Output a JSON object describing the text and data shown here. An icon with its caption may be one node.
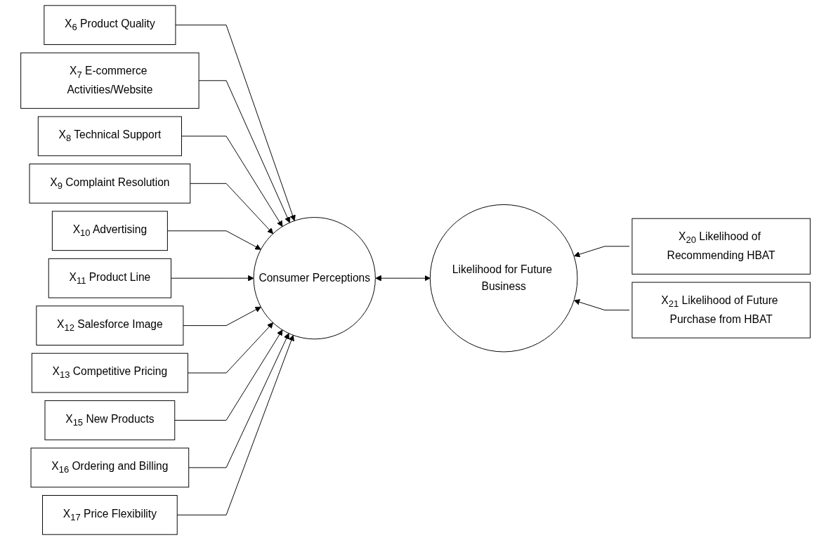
{
  "diagram": {
    "nodes": [
      {
        "text": [
          "X$_{6}$ Product Quality"
        ]
      },
      {
        "text": [
          "X$_{7}$ E-commerce Activities/Website"
        ]
      },
      {
        "text": [
          "X$_{8}$ Technical Support"
        ]
      },
      {
        "text": [
          "X$_{9}$ Complaint Resolution"
        ]
      },
      {
        "text": [
          "X$_{10}$ Advertising"
        ]
      },
      {
        "text": [
          "X$_{11}$ Product Line"
        ]
      },
      {
        "text": [
          "X$_{12}$ Salesforce Image"
        ]
      },
      {
        "text": [
          "X$_{13}$ Competitive Pricing"
        ]
      },
      {
        "text": [
          "X$_{15}$ New Products"
        ]
      },
      {
        "text": [
          "X$_{16}$ Ordering and Billing"
        ]
      },
      {
        "text": [
          "X$_{17}$ Price Flexibility"
        ]
      },
      {
        "text": [
          "Consumer Perceptions"
        ]
      },
      {
        "text": [
          "Likelihood for Future Business"
        ]
      },
      {
        "text": [
          "X$_{20}$ Likelihood of Recommending HBAT"
        ]
      },
      {
        "text": [
          "X$_{21}$ Likelihood of Future Purchase from HBAT"
        ]
      }
    ],
    "edges": [
      {
        "from": 0,
        "to": 11,
        "arrow": "to"
      },
      {
        "from": 1,
        "to": 11,
        "arrow": "to"
      },
      {
        "from": 2,
        "to": 11,
        "arrow": "to"
      },
      {
        "from": 3,
        "to": 11,
        "arrow": "to"
      },
      {
        "from": 4,
        "to": 11,
        "arrow": "to"
      },
      {
        "from": 5,
        "to": 11,
        "arrow": "to"
      },
      {
        "from": 6,
        "to": 11,
        "arrow": "to"
      },
      {
        "from": 7,
        "to": 11,
        "arrow": "to"
      },
      {
        "from": 8,
        "to": 11,
        "arrow": "to"
      },
      {
        "from": 9,
        "to": 11,
        "arrow": "to"
      },
      {
        "from": 10,
        "to": 11,
        "arrow": "to"
      },
      {
        "from": 11,
        "to": 12,
        "arrow": "both"
      },
      {
        "from": 13,
        "to": 12,
        "arrow": "to"
      },
      {
        "from": 14,
        "to": 12,
        "arrow": "to"
      }
    ]
  }
}
